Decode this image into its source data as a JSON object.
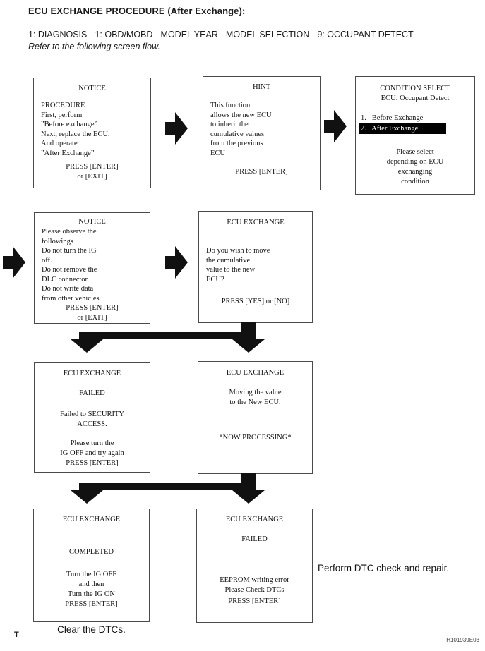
{
  "header": {
    "title": "ECU EXCHANGE PROCEDURE (After Exchange):",
    "path": "1: DIAGNOSIS - 1: OBD/MOBD - MODEL YEAR - MODEL SELECTION - 9: OCCUPANT DETECT",
    "note": "Refer to the following screen flow."
  },
  "screens": {
    "notice_procedure": {
      "title": "NOTICE",
      "body": [
        "PROCEDURE",
        "First, perform",
        "”Before exchange”",
        "Next, replace the ECU.",
        "And operate",
        "”After Exchange”"
      ],
      "footer": [
        "PRESS [ENTER]",
        "or [EXIT]"
      ]
    },
    "hint": {
      "title": "HINT",
      "body": [
        "This function",
        "allows the new ECU",
        "to inherit the",
        "cumulative values",
        "from the previous",
        "ECU"
      ],
      "footer": [
        "PRESS [ENTER]"
      ]
    },
    "condition_select": {
      "title": "CONDITION SELECT",
      "subtitle": "ECU: Occupant Detect",
      "options": [
        {
          "label": "1.   Before Exchange",
          "selected": false
        },
        {
          "label": "2.   After Exchange",
          "selected": true
        }
      ],
      "footer": [
        "Please select",
        "depending on ECU",
        "exchanging",
        "condition"
      ]
    },
    "notice_observe": {
      "title": "NOTICE",
      "body": [
        "Please observe the",
        "followings",
        "Do not turn the IG",
        "off.",
        "Do not remove the",
        "DLC connector",
        "Do not write data",
        "from other vehicles"
      ],
      "footer": [
        "PRESS [ENTER]",
        "or [EXIT]"
      ]
    },
    "exchange_confirm": {
      "title": "ECU EXCHANGE",
      "body": [
        "Do you wish to move",
        "the cumulative",
        "value to the new",
        "ECU?"
      ],
      "footer": [
        "PRESS [YES] or [NO]"
      ]
    },
    "exchange_failed_security": {
      "title": "ECU EXCHANGE",
      "status": "FAILED",
      "msg1": [
        "Failed to SECURITY",
        "ACCESS."
      ],
      "msg2": [
        "Please turn the",
        "IG OFF and try again"
      ],
      "footer": "PRESS [ENTER]"
    },
    "exchange_processing": {
      "title": "ECU EXCHANGE",
      "msg1": [
        "Moving the value",
        "to the New ECU."
      ],
      "msg2": "*NOW PROCESSING*"
    },
    "exchange_completed": {
      "title": "ECU EXCHANGE",
      "status": "COMPLETED",
      "msg1": [
        "Turn the IG OFF",
        "and then",
        "Turn the IG ON"
      ],
      "footer": "PRESS [ENTER]"
    },
    "exchange_failed_eeprom": {
      "title": "ECU EXCHANGE",
      "status": "FAILED",
      "msg1": [
        "EEPROM writing error",
        "Please Check DTCs"
      ],
      "footer": "PRESS [ENTER]"
    }
  },
  "annotations": {
    "clear_dtcs": "Clear the DTCs.",
    "perform_dtc": "Perform DTC check and repair."
  },
  "footer": {
    "left": "T",
    "right": "H101939E03"
  },
  "colors": {
    "ink": "#141414",
    "arrow": "#111111",
    "highlight_bg": "#000000",
    "highlight_fg": "#ffffff"
  }
}
